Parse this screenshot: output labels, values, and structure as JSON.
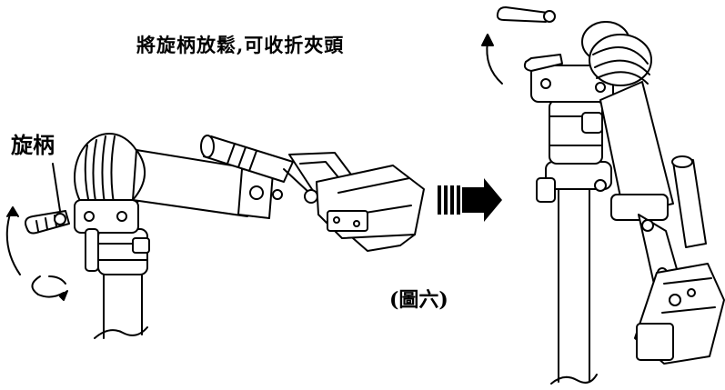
{
  "caption": "將旋柄放鬆,可收折夾頭",
  "handle_label": "旋柄",
  "figure_label": "(圖六)",
  "colors": {
    "line": "#000000",
    "background": "#ffffff"
  }
}
